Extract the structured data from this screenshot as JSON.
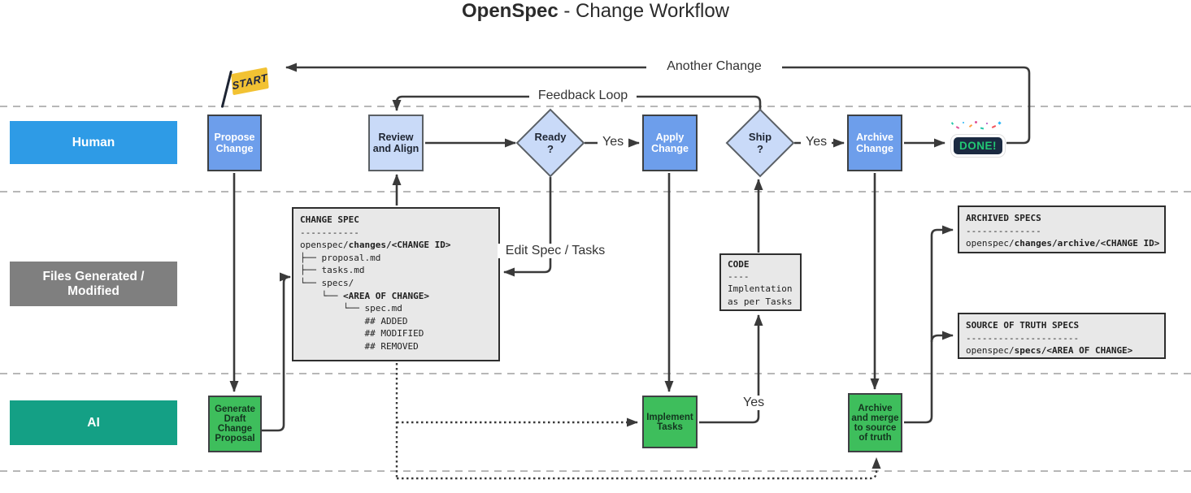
{
  "title": {
    "bold": "OpenSpec",
    "regular": " - Change Workflow"
  },
  "lanes": {
    "human": "Human",
    "files": "Files Generated /\nModified",
    "ai": "AI"
  },
  "nodes": {
    "propose_change": "Propose\nChange",
    "review_and_align": "Review\nand Align",
    "ready": "Ready\n?",
    "apply_change": "Apply\nChange",
    "ship": "Ship\n?",
    "archive_change": "Archive\nChange",
    "generate_draft": "Generate\nDraft\nChange\nProposal",
    "implement_tasks": "Implement\nTasks",
    "archive_merge": "Archive\nand merge\nto source\nof truth"
  },
  "markers": {
    "start_flag": "START",
    "done_sticker": "DONE!"
  },
  "edges": {
    "another_change": "Another Change",
    "feedback_loop": "Feedback Loop",
    "ready_yes": "Yes",
    "ship_yes": "Yes",
    "implement_yes": "Yes",
    "edit_spec_tasks": "Edit Spec / Tasks"
  },
  "file_boxes": {
    "change_spec": {
      "lines": [
        [
          {
            "t": "CHANGE SPEC",
            "b": true
          }
        ],
        [
          {
            "t": "-----------",
            "b": false
          }
        ],
        [
          {
            "t": "openspec/",
            "b": false
          },
          {
            "t": "changes/<CHANGE ID>",
            "b": true
          }
        ],
        [
          {
            "t": "├── proposal.md",
            "b": false
          }
        ],
        [
          {
            "t": "├── tasks.md",
            "b": false
          }
        ],
        [
          {
            "t": "└── specs/",
            "b": false
          }
        ],
        [
          {
            "t": "    └── ",
            "b": false
          },
          {
            "t": "<AREA OF CHANGE>",
            "b": true
          }
        ],
        [
          {
            "t": "        └── spec.md",
            "b": false
          }
        ],
        [
          {
            "t": "            ## ADDED",
            "b": false
          }
        ],
        [
          {
            "t": "            ## MODIFIED",
            "b": false
          }
        ],
        [
          {
            "t": "            ## REMOVED",
            "b": false
          }
        ]
      ]
    },
    "code": {
      "lines": [
        [
          {
            "t": "CODE",
            "b": true
          }
        ],
        [
          {
            "t": "----",
            "b": false
          }
        ],
        [
          {
            "t": "Implentation",
            "b": false
          }
        ],
        [
          {
            "t": "as per Tasks",
            "b": false
          }
        ]
      ]
    },
    "archived_specs": {
      "lines": [
        [
          {
            "t": "ARCHIVED SPECS",
            "b": true
          }
        ],
        [
          {
            "t": "--------------",
            "b": false
          }
        ],
        [
          {
            "t": "openspec/",
            "b": false
          },
          {
            "t": "changes/archive/<CHANGE ID>",
            "b": true
          }
        ]
      ]
    },
    "source_of_truth_specs": {
      "lines": [
        [
          {
            "t": "SOURCE OF TRUTH SPECS",
            "b": true
          }
        ],
        [
          {
            "t": "---------------------",
            "b": false
          }
        ],
        [
          {
            "t": "openspec/",
            "b": false
          },
          {
            "t": "specs/<AREA OF CHANGE>",
            "b": true
          }
        ]
      ]
    }
  },
  "colors": {
    "human_blue": "#2E9BE6",
    "process_blue": "#6D9EEB",
    "light_blue": "#C9DAF8",
    "lane_gray": "#7F7F7F",
    "ai_teal": "#14A085",
    "node_green": "#3EBE5C",
    "file_bg": "#E8E8E8",
    "line_dark": "#3A3A3A",
    "flag_yellow": "#F2C233",
    "done_bg": "#1B2A41",
    "done_text": "#22C874"
  }
}
